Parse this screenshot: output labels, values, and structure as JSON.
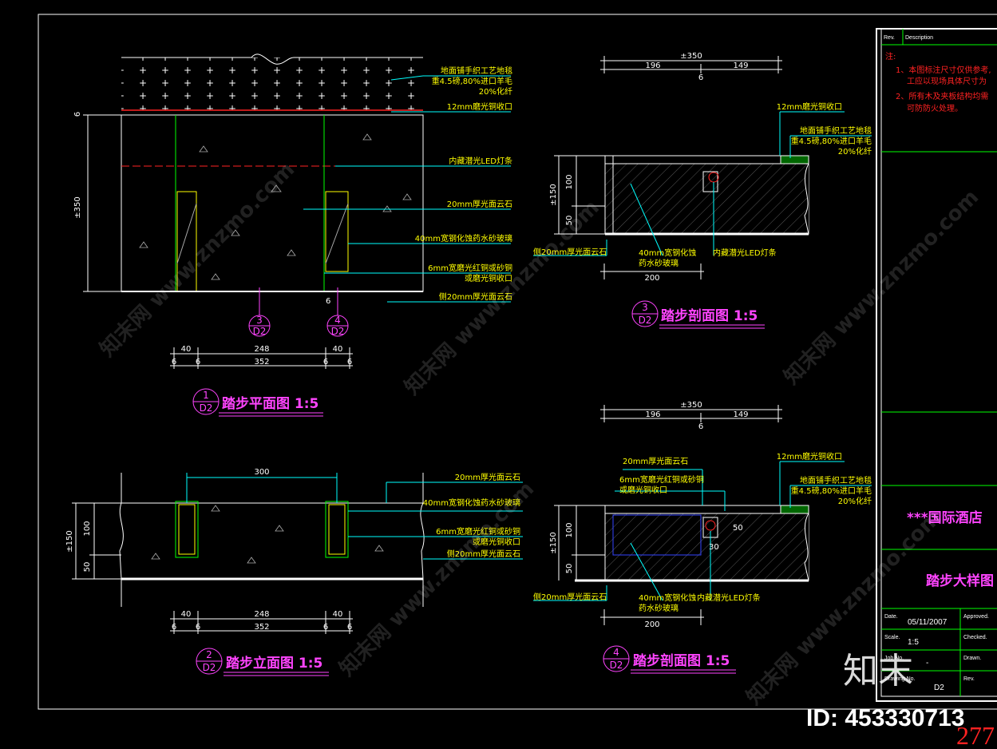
{
  "plan": {
    "labels": [
      "地面铺手织工艺地毯",
      "重4.5磅,80%进口羊毛",
      "20%化纤",
      "12mm磨光铜收口",
      "内藏潜光LED灯条",
      "20mm厚光面云石",
      "40mm宽钢化蚀药水砂玻璃",
      "6mm宽磨光红铜或砂铜",
      "或磨光铜收口",
      "侧20mm厚光面云石"
    ],
    "dim_left": "±350",
    "dim_left_top": "6",
    "dim_small": "6",
    "dims_bottom_row1": [
      "40",
      "248",
      "40"
    ],
    "dims_bottom_row2": [
      "6",
      "6",
      "352",
      "6",
      "6"
    ],
    "markers": [
      {
        "num": "3",
        "sheet": "D2"
      },
      {
        "num": "4",
        "sheet": "D2"
      }
    ],
    "title": "踏步平面图 1:5",
    "title_num": "1",
    "title_sheet": "D2"
  },
  "elevation": {
    "labels": [
      "20mm厚光面云石",
      "40mm宽钢化蚀药水砂玻璃",
      "6mm宽磨光红铜或砂铜",
      "或磨光铜收口",
      "侧20mm厚光面云石"
    ],
    "dim_top": "300",
    "dim_left_outer": "±150",
    "dim_left_inner": [
      "100",
      "50"
    ],
    "dims_bottom_row1": [
      "40",
      "248",
      "40"
    ],
    "dims_bottom_row2": [
      "6",
      "6",
      "352",
      "6",
      "6"
    ],
    "title": "踏步立面图 1:5",
    "title_num": "2",
    "title_sheet": "D2"
  },
  "section3": {
    "dims_top": [
      "±350",
      "196",
      "149",
      "6"
    ],
    "labels_top": [
      "12mm磨光铜收口",
      "地面铺手织工艺地毯",
      "重4.5磅,80%进口羊毛",
      "20%化纤"
    ],
    "dim_left_outer": "±150",
    "dim_left_inner": [
      "100",
      "50"
    ],
    "labels_bottom": [
      "侧20mm厚光面云石",
      "40mm宽钢化蚀",
      "药水砂玻璃",
      "内藏潜光LED灯条"
    ],
    "dim_bottom": "200",
    "title": "踏步剖面图 1:5",
    "title_num": "3",
    "title_sheet": "D2"
  },
  "section4": {
    "dims_top": [
      "±350",
      "196",
      "149",
      "6"
    ],
    "labels_top": [
      "20mm厚光面云石",
      "6mm宽磨光红铜或砂铜",
      "或磨光铜收口",
      "12mm磨光铜收口",
      "地面铺手织工艺地毯",
      "重4.5磅,80%进口羊毛",
      "20%化纤"
    ],
    "dim_left_outer": "±150",
    "dim_left_inner": [
      "100",
      "50"
    ],
    "dims_inner": [
      "50",
      "30"
    ],
    "labels_bottom": [
      "侧20mm厚光面云石",
      "40mm宽钢化蚀",
      "药水砂玻璃",
      "内藏潜光LED灯条"
    ],
    "dim_bottom": "200",
    "title": "踏步剖面图 1:5",
    "title_num": "4",
    "title_sheet": "D2"
  },
  "title_block": {
    "rev_label": "Rev.",
    "desc_label": "Description",
    "notes_header": "注:",
    "notes": [
      "1、本图标注尺寸仅供参考,",
      "工应以现场具体尺寸为",
      "2、所有木及夹板结构均需",
      "可防防火处理。"
    ],
    "project": "***国际酒店",
    "drawing_title": "踏步大样图",
    "date_label": "Date.",
    "date_value": "05/11/2007",
    "approved_label": "Approved.",
    "scale_label": "Scale.",
    "scale_value": "1:5",
    "checked_label": "Checked.",
    "job_label": "Job No.",
    "job_value": "-",
    "drawn_label": "Drawn.",
    "drawing_label": "Drawing No.",
    "drawing_value": "D2",
    "rev2_label": "Rev."
  },
  "watermark": {
    "brand_cn": "知末",
    "id_text": "ID: 453330713",
    "corner_num": "277",
    "wm_text": "知末网 www.znzmo.com"
  },
  "colors": {
    "magenta": "#ff44ff",
    "cyan": "#00ffff",
    "yellow": "#ffff00",
    "green": "#00ff00",
    "red": "#ff2222",
    "white": "#ffffff"
  }
}
